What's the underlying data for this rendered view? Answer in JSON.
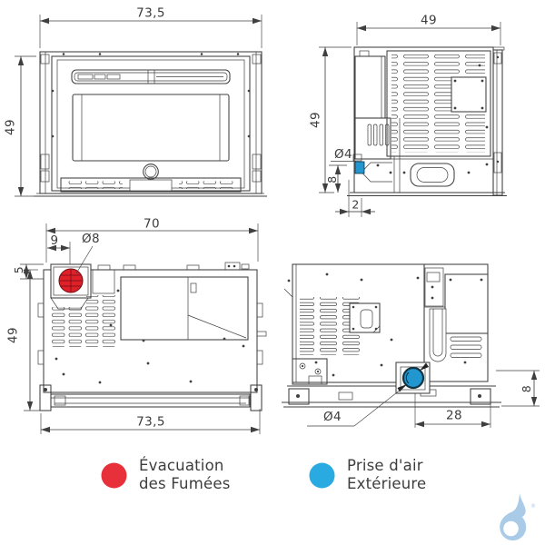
{
  "colors": {
    "line": "#3f3f3f",
    "text": "#3c3c3c",
    "flue_red": "#e02029",
    "air_blue": "#2196cf",
    "legend_red": "#e8303a",
    "legend_blue": "#29abe2",
    "logo_blue": "#a9cbe7"
  },
  "dims": {
    "front_width": "73,5",
    "front_height": "49",
    "side_depth": "49",
    "side_height": "49",
    "side_air_dia": "Ø4",
    "side_air_height": "8",
    "side_air_offset": "2",
    "rear_width_top": "70",
    "rear_flue_offset_x": "9",
    "rear_flue_dia": "Ø8",
    "rear_flue_offset_y": "5",
    "rear_height": "49",
    "rear_width_bottom": "73,5",
    "side2_air_dia": "Ø4",
    "side2_air_offset": "28",
    "side2_base_height": "8"
  },
  "legend": {
    "flue": {
      "line1": "Évacuation",
      "line2": "des Fumées"
    },
    "air": {
      "line1": "Prise d'air",
      "line2": "Extérieure"
    }
  },
  "logo": {
    "registered": "®"
  }
}
